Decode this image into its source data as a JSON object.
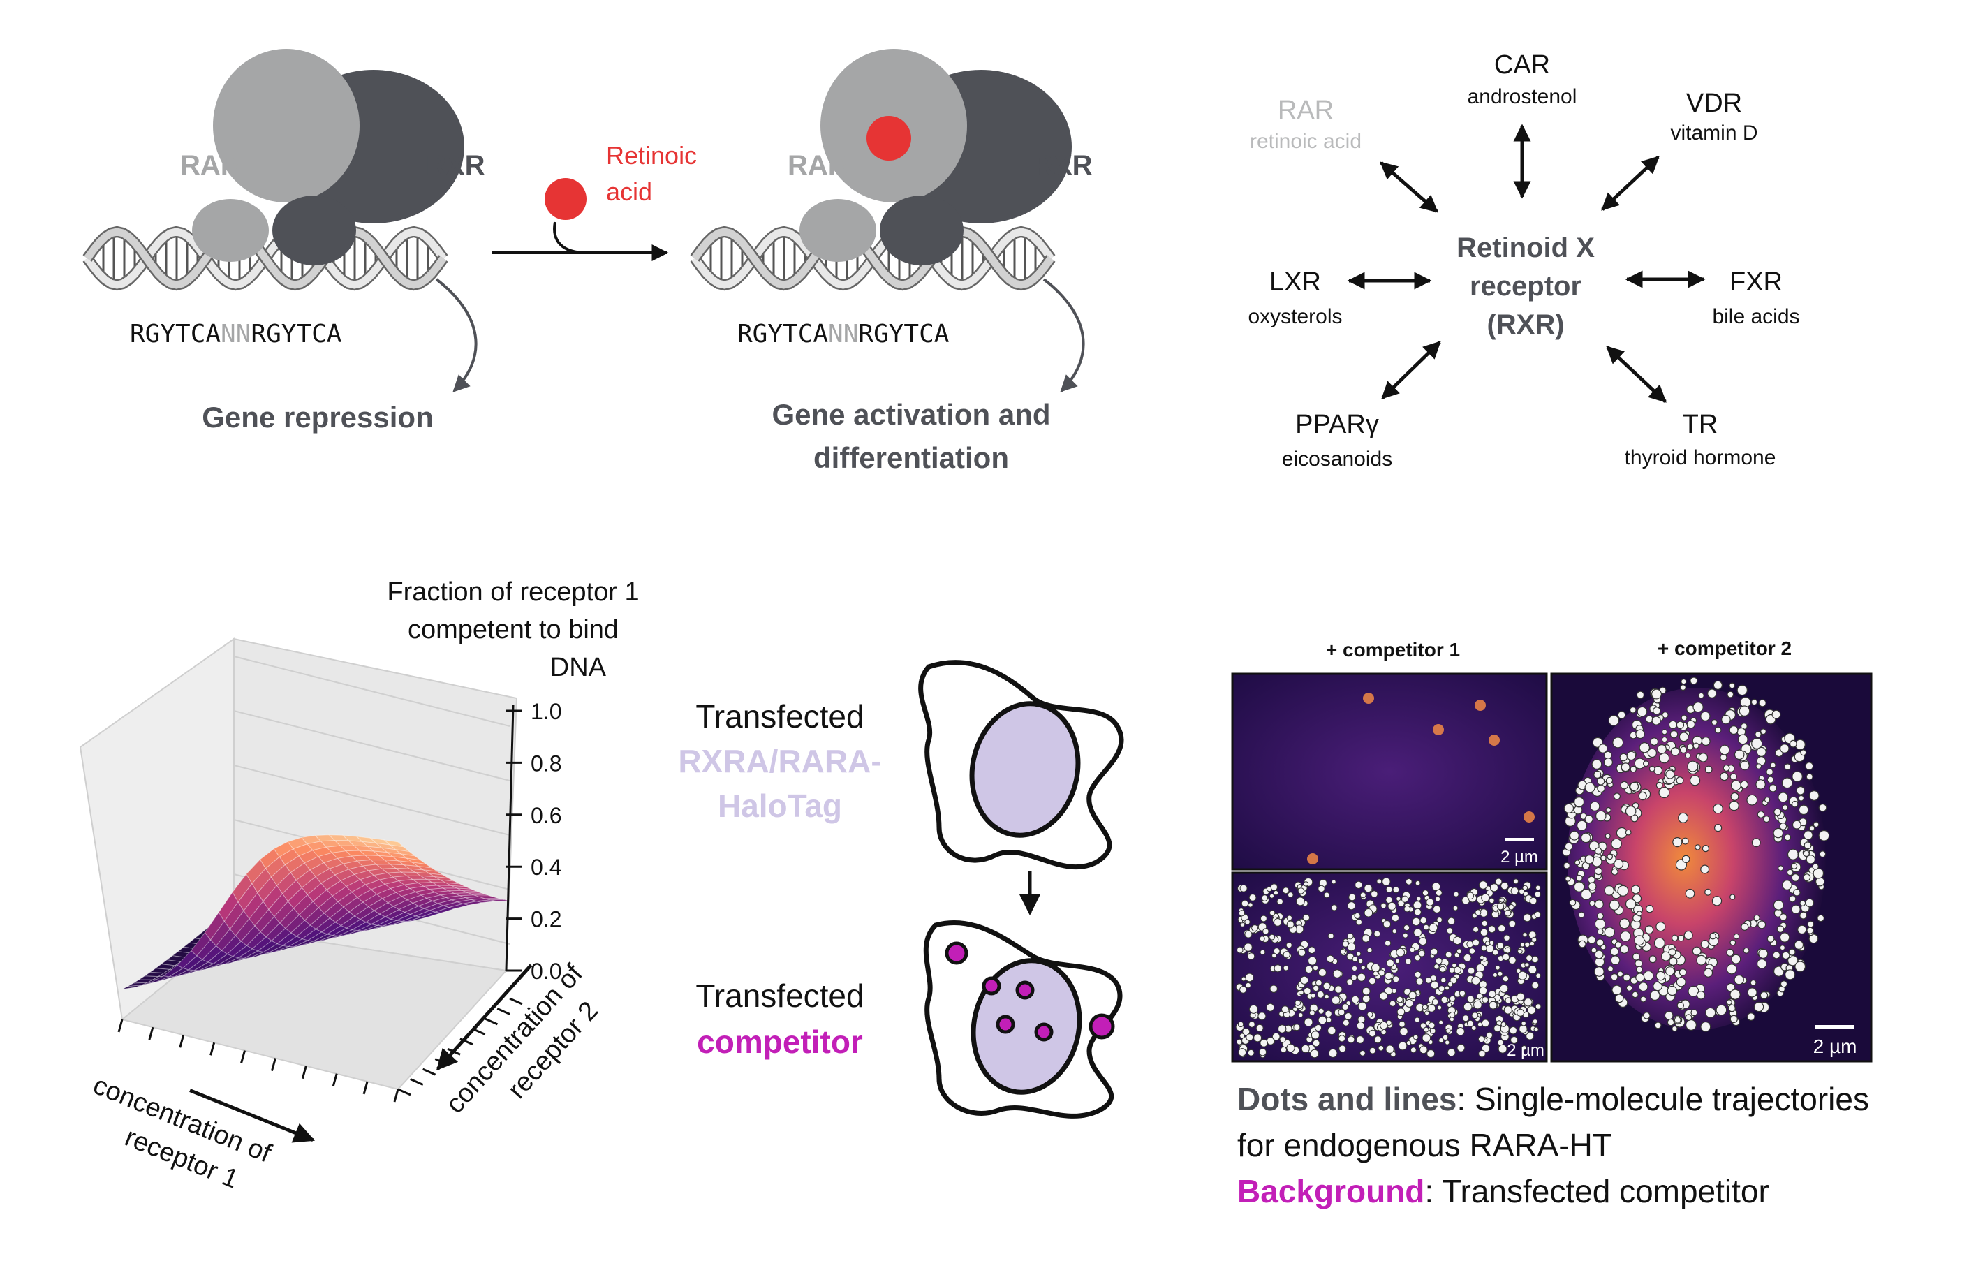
{
  "panel_a": {
    "left": {
      "rar": "RAR",
      "rxr": "RXR",
      "motif_a": "RGYTCA",
      "motif_nn": "NN",
      "motif_b": "RGYTCA",
      "outcome": "Gene repression"
    },
    "ligand": {
      "line1": "Retinoic",
      "line2": "acid",
      "color": "#e63434"
    },
    "right": {
      "rar": "RAR",
      "rxr": "RXR",
      "motif_a": "RGYTCA",
      "motif_nn": "NN",
      "motif_b": "RGYTCA",
      "outcome_line1": "Gene activation and",
      "outcome_line2": "differentiation"
    }
  },
  "panel_b": {
    "center": {
      "line1": "Retinoid X",
      "line2": "receptor",
      "line3": "(RXR)"
    },
    "partners": [
      {
        "name": "RAR",
        "ligand": "retinoic acid",
        "faded": true
      },
      {
        "name": "CAR",
        "ligand": "androstenol"
      },
      {
        "name": "VDR",
        "ligand": "vitamin D"
      },
      {
        "name": "LXR",
        "ligand": "oxysterols"
      },
      {
        "name": "FXR",
        "ligand": "bile acids"
      },
      {
        "name": "PPARγ",
        "ligand": "eicosanoids"
      },
      {
        "name": "TR",
        "ligand": "thyroid hormone"
      }
    ]
  },
  "chart_data": {
    "type": "surface",
    "title_line1": "Fraction of receptor 1",
    "title_line2": "competent to bind",
    "title_line3": "DNA",
    "xlabel_line1": "concentration of",
    "xlabel_line2": "receptor 1",
    "ylabel_line1": "concentration of",
    "ylabel_line2": "receptor 2",
    "zlim": [
      0,
      1
    ],
    "zticks": [
      "1.0",
      "0.8",
      "0.6",
      "0.4",
      "0.2",
      "0.0"
    ],
    "colormap": "magma",
    "grid": true
  },
  "panel_d": {
    "top_line1": "Transfected",
    "top_line2": "RXRA/RARA-",
    "top_line3": "HaloTag",
    "bottom_line1": "Transfected",
    "bottom_line2": "competitor",
    "halotag_color": "#cfc6e6",
    "competitor_color": "#c21fb7"
  },
  "panel_e": {
    "label1": "+ competitor 1",
    "label2": "+ competitor 2",
    "scalebar": "2 µm",
    "caption_dots_label": "Dots and lines",
    "caption_dots_rest": ": Single-molecule trajectories",
    "caption_line2": "for endogenous RARA-HT",
    "caption_bg_label": "Background",
    "caption_bg_rest": ": Transfected competitor"
  }
}
